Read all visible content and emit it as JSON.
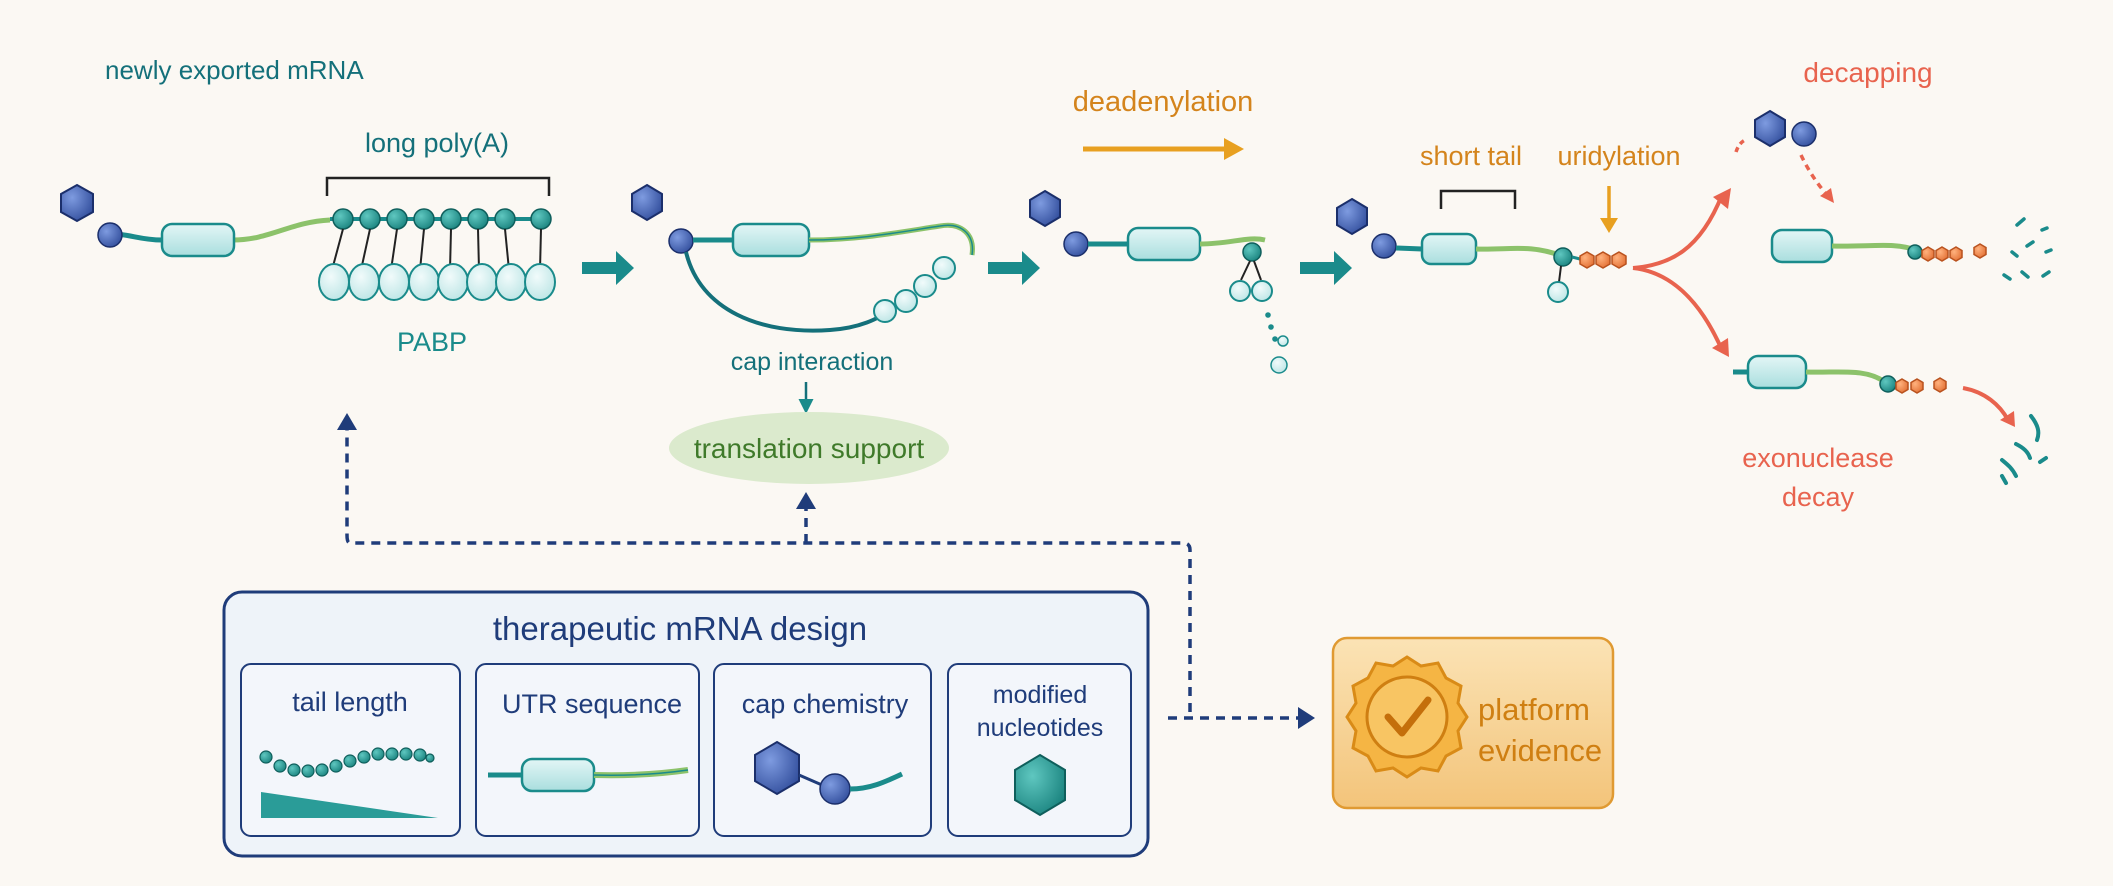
{
  "labels": {
    "newly_exported": "newly exported mRNA",
    "long_polya": "long poly(A)",
    "pabp": "PABP",
    "cap_interaction": "cap interaction",
    "translation_support": "translation support",
    "deadenylation": "deadenylation",
    "short_tail": "short tail",
    "uridylation": "uridylation",
    "decapping": "decapping",
    "exonuclease_decay_1": "exonuclease",
    "exonuclease_decay_2": "decay"
  },
  "design": {
    "title": "therapeutic mRNA design",
    "cards": {
      "tail_length": "tail length",
      "utr_sequence": "UTR sequence",
      "cap_chemistry": "cap chemistry",
      "modified_nucleotides_1": "modified",
      "modified_nucleotides_2": "nucleotides"
    }
  },
  "platform": {
    "line1": "platform",
    "line2": "evidence"
  },
  "colors": {
    "teal": "#1a8b8b",
    "teal_dark": "#14707a",
    "navy": "#1f3c7a",
    "cap_blue": "#3c5db3",
    "tail_green": "#8cc26a",
    "pabp_fill": "#cfeeee",
    "orange": "#e8a020",
    "red": "#e8634e",
    "label_orange": "#d4841c",
    "badge_fill": "#f6d39b",
    "badge_stroke": "#e09a32",
    "translation_fill": "#dbeacd",
    "translation_text": "#3f7a2a",
    "background": "#fbf8f3"
  }
}
